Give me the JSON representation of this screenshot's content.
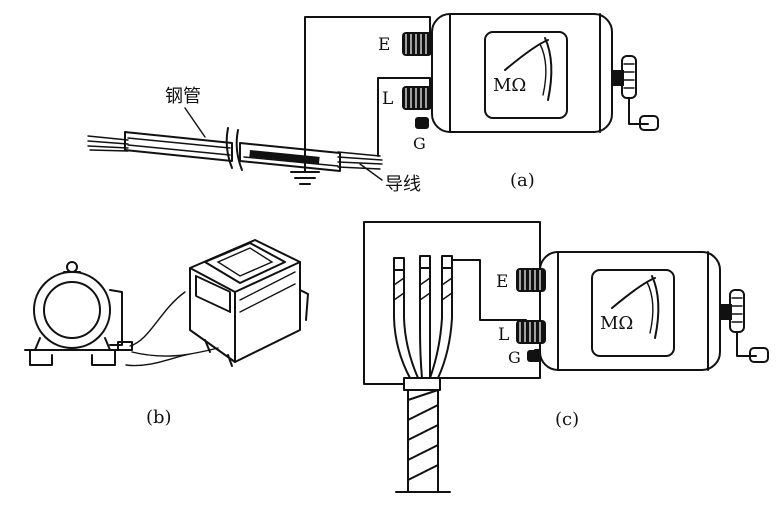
{
  "diagram": {
    "panel_a": {
      "label": "(a)",
      "pipe_label": "钢管",
      "wire_label": "导线",
      "terminal_e": "E",
      "terminal_l": "L",
      "terminal_g": "G",
      "meter_scale": "MΩ"
    },
    "panel_b": {
      "label": "(b)"
    },
    "panel_c": {
      "label": "(c)",
      "terminal_e": "E",
      "terminal_l": "L",
      "terminal_g": "G",
      "meter_scale": "MΩ"
    }
  }
}
